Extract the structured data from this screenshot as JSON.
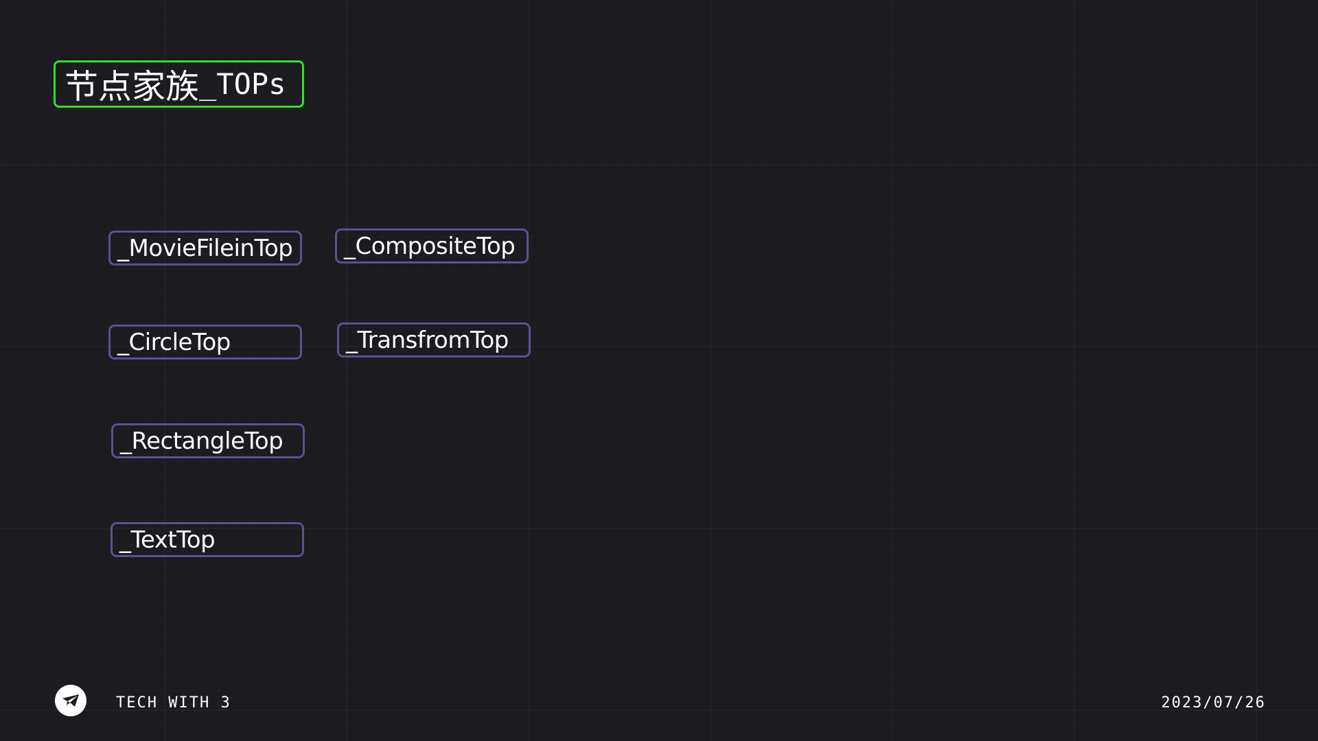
{
  "title": {
    "text_cn": "节点家族",
    "text_suffix": "_TOPs"
  },
  "nodes": [
    {
      "label": "_MovieFileinTop"
    },
    {
      "label": "_CompositeTop"
    },
    {
      "label": "_CircleTop"
    },
    {
      "label": "_TransfromTop"
    },
    {
      "label": "_RectangleTop"
    },
    {
      "label": "_TextTop"
    }
  ],
  "footer": {
    "brand": "TECH WITH 3",
    "date": "2023/07/26",
    "logo_icon": "paper-plane-icon"
  },
  "colors": {
    "background": "#1b1b20",
    "title_border": "#2fe02f",
    "node_border": "#5b5190",
    "text": "#ffffff"
  }
}
